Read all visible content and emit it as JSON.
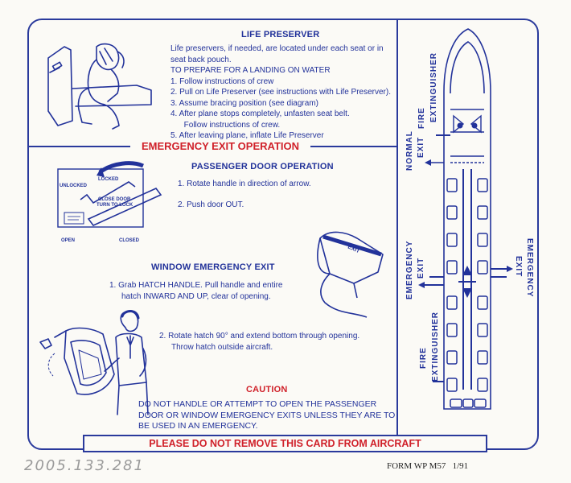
{
  "life_preserver": {
    "title": "LIFE PRESERVER",
    "intro_1": "Life preservers, if needed, are located under each seat or in",
    "intro_2": "seat back pouch.",
    "prepare_heading": "TO PREPARE FOR A LANDING  ON WATER",
    "steps": [
      "1.  Follow instructions of crew",
      "2.  Pull on Life Preserver (see instructions with Life Preserver).",
      "3.  Assume bracing position (see diagram)",
      "4.  After plane stops completely, unfasten seat belt.",
      "      Follow instructions of crew.",
      "5.  After leaving plane, inflate Life Preserver"
    ]
  },
  "emergency_exit_banner": "EMERGENCY EXIT OPERATION",
  "passenger_door": {
    "title": "PASSENGER DOOR OPERATION",
    "steps": [
      "1.  Rotate handle in direction of arrow.",
      "2.  Push door OUT."
    ],
    "diagram_labels": {
      "locked": "LOCKED",
      "unlocked": "UNLOCKED",
      "close_door_1": "CLOSE DOOR",
      "close_door_2": "TURN TO LOCK",
      "open": "OPEN",
      "closed": "CLOSED"
    }
  },
  "window_exit": {
    "title": "WINDOW EMERGENCY EXIT",
    "step1_a": "1.  Grab HATCH HANDLE.  Pull handle and entire",
    "step1_b": "hatch INWARD AND UP, clear of opening.",
    "step2_a": "2.  Rotate hatch 90° and extend bottom through opening.",
    "step2_b": "Throw hatch outside aircraft."
  },
  "caution": {
    "title": "CAUTION",
    "line1": "DO NOT HANDLE OR ATTEMPT TO OPEN THE PASSENGER",
    "line2": "DOOR OR WINDOW EMERGENCY EXITS UNLESS THEY ARE TO",
    "line3": "BE USED IN AN EMERGENCY."
  },
  "bottom_banner": "PLEASE DO NOT REMOVE THIS CARD FROM AIRCRAFT",
  "seatmap_labels": {
    "fire_ext_top_1": "FIRE",
    "fire_ext_top_2": "EXTINGUISHER",
    "normal_exit_1": "NORMAL",
    "normal_exit_2": "EXIT",
    "emergency_exit_left_1": "EMERGENCY",
    "emergency_exit_left_2": "EXIT",
    "emergency_exit_right_1": "EMERGENCY",
    "emergency_exit_right_2": "EXIT",
    "fire_ext_bottom_1": "FIRE",
    "fire_ext_bottom_2": "EXTINGUISHER"
  },
  "footer": {
    "catalog_number": "2005.133.281",
    "form_number": "FORM WP M57   1/91"
  },
  "colors": {
    "ink_blue": "#22329a",
    "ink_red": "#d0212a",
    "paper": "#fbfaf6"
  }
}
